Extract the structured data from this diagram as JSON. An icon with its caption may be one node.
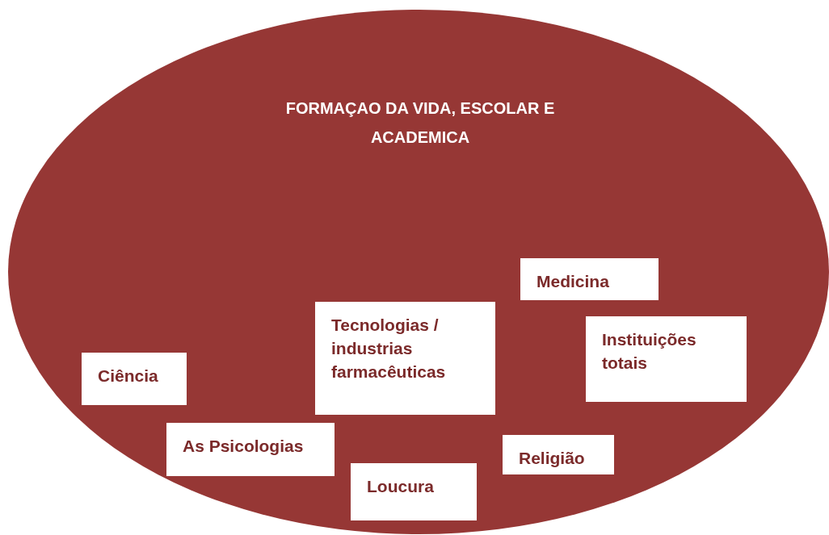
{
  "diagram": {
    "nodes": [
      {
        "text": [
          "FORMAÇAO DA VIDA, ESCOLAR E ACADEMICA"
        ]
      },
      {
        "text": [
          "Medicina"
        ],
        "in": 0
      },
      {
        "text": [
          "Tecnologias / industrias farmacêuticas"
        ],
        "in": 0
      },
      {
        "text": [
          "Instituições totais"
        ],
        "in": 0
      },
      {
        "text": [
          "Ciência"
        ],
        "in": 0
      },
      {
        "text": [
          "As Psicologias"
        ],
        "in": 0
      },
      {
        "text": [
          "Religião"
        ],
        "in": 0
      },
      {
        "text": [
          "Loucura"
        ],
        "in": 0
      }
    ]
  }
}
